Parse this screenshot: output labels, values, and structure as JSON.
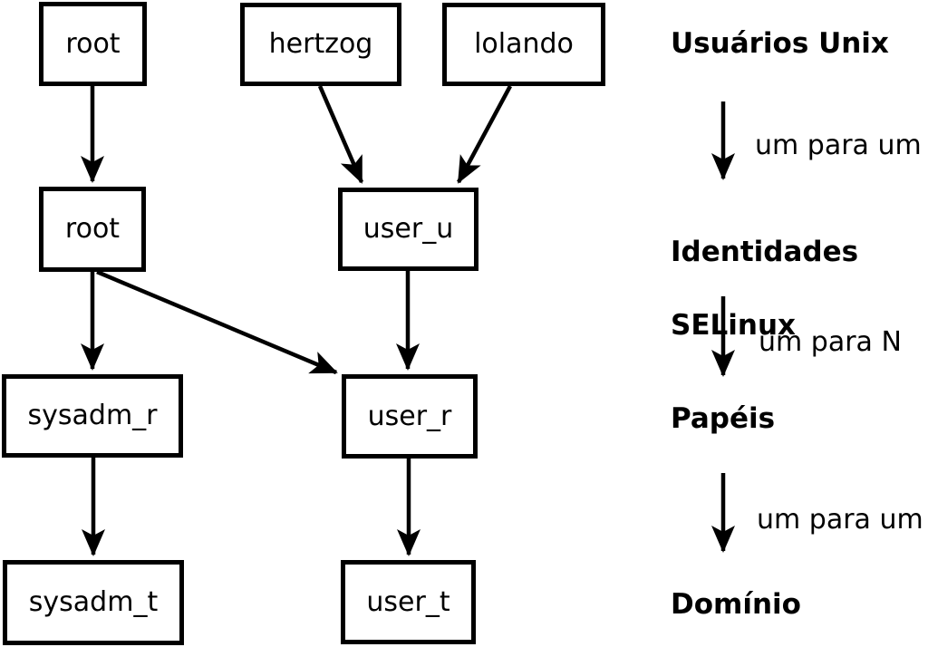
{
  "diagram": {
    "title_hint": "SELinux user to identity to role to domain mapping",
    "colors": {
      "foreground": "#000000",
      "background": "#ffffff"
    },
    "nodes": {
      "root_unix": "root",
      "hertzog": "hertzog",
      "lolando": "lolando",
      "root_selinux": "root",
      "user_u": "user_u",
      "sysadm_r": "sysadm_r",
      "user_r": "user_r",
      "sysadm_t": "sysadm_t",
      "user_t": "user_t"
    },
    "edges": [
      {
        "from": "root_unix",
        "to": "root_selinux"
      },
      {
        "from": "hertzog",
        "to": "user_u"
      },
      {
        "from": "lolando",
        "to": "user_u"
      },
      {
        "from": "root_selinux",
        "to": "sysadm_r"
      },
      {
        "from": "root_selinux",
        "to": "user_r"
      },
      {
        "from": "user_u",
        "to": "user_r"
      },
      {
        "from": "sysadm_r",
        "to": "sysadm_t"
      },
      {
        "from": "user_r",
        "to": "user_t"
      }
    ],
    "legend": {
      "level1": "Usuários Unix",
      "rel1": "um para um",
      "level2_line1": "Identidades",
      "level2_line2": "SELinux",
      "rel2": "um para N",
      "level3": "Papéis",
      "rel3": "um para um",
      "level4": "Domínio"
    }
  }
}
